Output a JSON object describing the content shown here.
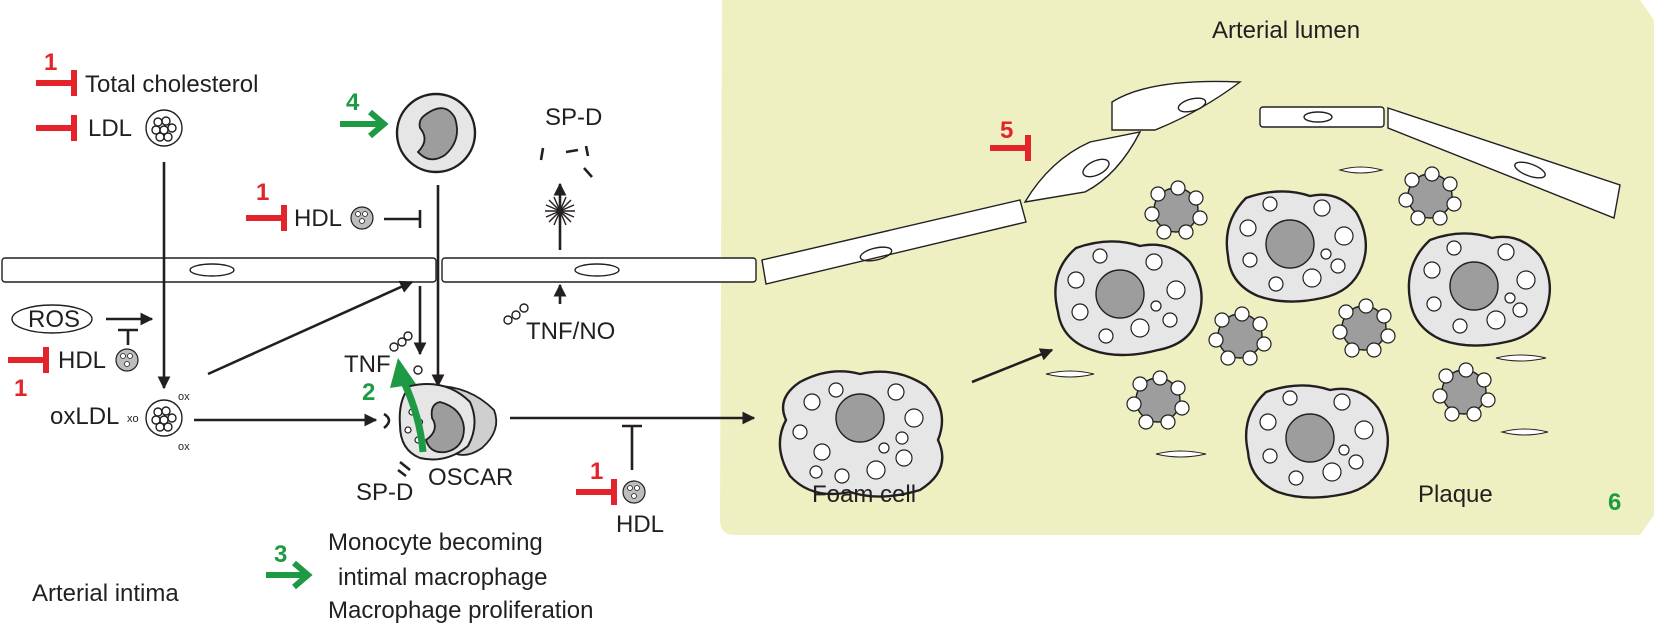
{
  "labels": {
    "total_cholesterol": "Total cholesterol",
    "ldl": "LDL",
    "sp_d_top": "SP-D",
    "hdl_mid": "HDL",
    "ros": "ROS",
    "hdl_left": "HDL",
    "tnf": "TNF",
    "oxldl": "oxLDL",
    "tnf_no": "TNF/NO",
    "oscar": "OSCAR",
    "sp_d_bottom": "SP-D",
    "hdl_bottom": "HDL",
    "foam_cell": "Foam cell",
    "plaque": "Plaque",
    "arterial_lumen": "Arterial lumen",
    "arterial_intima": "Arterial intima",
    "ox_mark": "ox",
    "xo_mark": "xo"
  },
  "legend": {
    "line1": "Monocyte becoming",
    "line2": "intimal macrophage",
    "line3": "Macrophage proliferation"
  },
  "numbers": {
    "n1_total_chol": "1",
    "n4": "4",
    "n1_hdl_mid": "1",
    "n1_hdl_left": "1",
    "n2": "2",
    "n3": "3",
    "n1_hdl_bottom": "1",
    "n5": "5",
    "n6": "6"
  },
  "colors": {
    "inhibition_red": "#e3242b",
    "stimulation_green": "#1e9a44",
    "plaque_background": "#eff0c2",
    "cell_gray": "#e6e6e6",
    "nucleus_gray": "#9d9d9d",
    "ink": "#231f20"
  }
}
